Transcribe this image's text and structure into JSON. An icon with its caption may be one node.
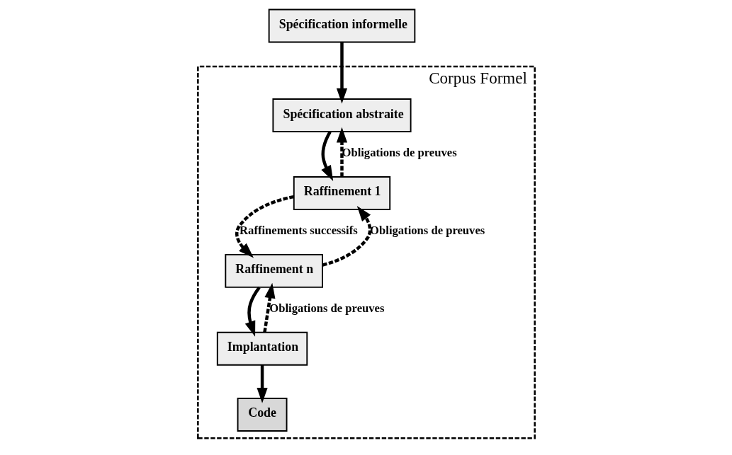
{
  "diagram": {
    "nodes": [
      {
        "text": [
          "Spécification informelle"
        ]
      },
      {
        "text": [
          "Corpus Formel"
        ]
      },
      {
        "text": [
          "Spécification abstraite"
        ],
        "in": 1
      },
      {
        "text": [
          "Raffinement 1"
        ],
        "in": 1
      },
      {
        "text": [
          "Raffinement n"
        ],
        "in": 1
      },
      {
        "text": [
          "Implantation"
        ],
        "in": 1
      },
      {
        "text": [
          "Code"
        ],
        "in": 1
      }
    ],
    "edges": [
      {
        "from": 0,
        "to": 2,
        "arrow": "to"
      },
      {
        "from": 2,
        "to": 3,
        "arrow": "to"
      },
      {
        "from": 3,
        "to": 2,
        "arrow": "to",
        "style": "dashed",
        "label": "Obligations de preuves"
      },
      {
        "from": 3,
        "to": 4,
        "arrow": "to",
        "style": "dashed",
        "label": "Raffinements successifs"
      },
      {
        "from": 4,
        "to": 3,
        "arrow": "to",
        "style": "dashed",
        "label": "Obligations de preuves"
      },
      {
        "from": 4,
        "to": 5,
        "arrow": "to"
      },
      {
        "from": 5,
        "to": 4,
        "arrow": "to",
        "style": "dashed",
        "label": "Obligations de preuves"
      },
      {
        "from": 5,
        "to": 6,
        "arrow": "to"
      }
    ]
  }
}
